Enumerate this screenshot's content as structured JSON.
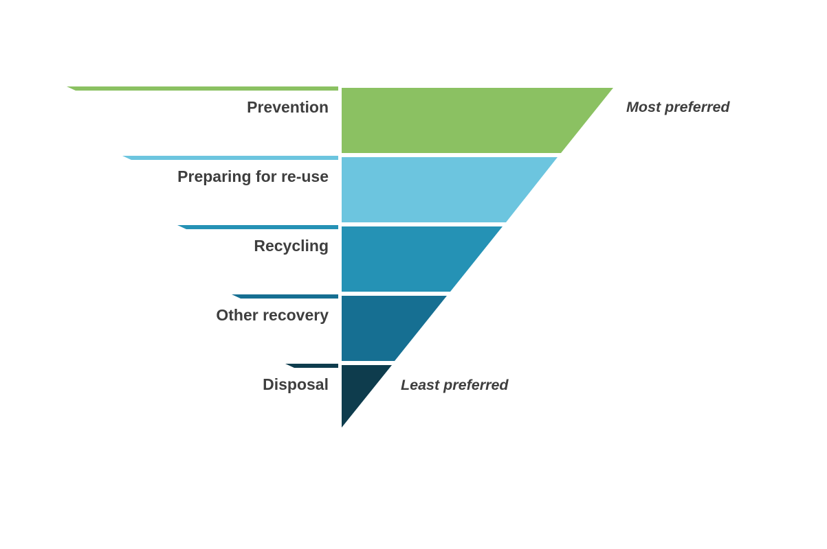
{
  "page": {
    "background_color": "#ffffff",
    "text_color": "#3e3e3e"
  },
  "diagram": {
    "type": "waste-hierarchy-inverted-pyramid",
    "levels": [
      {
        "label": "Prevention",
        "color": "#8bc162"
      },
      {
        "label": "Preparing for re-use",
        "color": "#6cc5df"
      },
      {
        "label": "Recycling",
        "color": "#2592b5"
      },
      {
        "label": "Other recovery",
        "color": "#166f92"
      },
      {
        "label": "Disposal",
        "color": "#0e3c4d"
      }
    ],
    "annotations": {
      "most": "Most preferred",
      "least": "Least preferred"
    }
  }
}
